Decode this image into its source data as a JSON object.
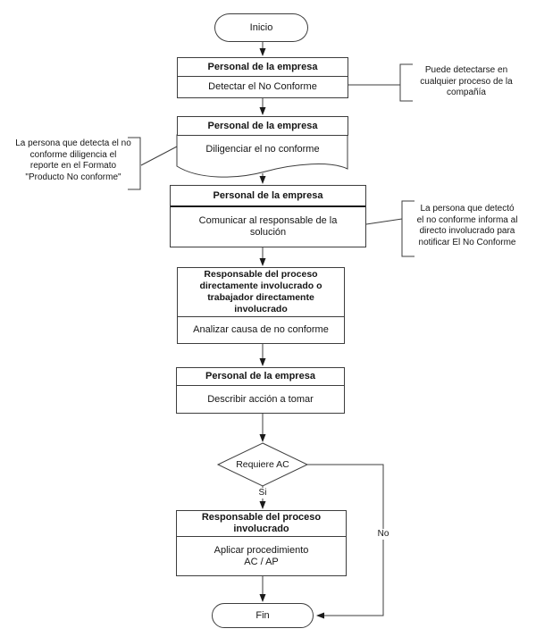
{
  "diagram": {
    "start_label": "Inicio",
    "end_label": "Fin",
    "steps": [
      {
        "actor": "Personal de la empresa",
        "action": "Detectar el No Conforme"
      },
      {
        "actor": "Personal de la empresa",
        "action": "Diligenciar el no conforme"
      },
      {
        "actor": "Personal de la empresa",
        "action_lines": [
          "Comunicar al responsable de la",
          "solución"
        ]
      },
      {
        "actor_lines": [
          "Responsable del proceso",
          "directamente involucrado o",
          "trabajador directamente",
          "involucrado"
        ],
        "action": "Analizar causa de no conforme"
      },
      {
        "actor": "Personal de la empresa",
        "action": "Describir acción a tomar"
      },
      {
        "actor_lines": [
          "Responsable del proceso",
          "involucrado"
        ],
        "action_lines": [
          "Aplicar procedimiento",
          "AC / AP"
        ]
      }
    ],
    "decision": {
      "label": "Requiere AC",
      "yes_label": "Si",
      "no_label": "No"
    },
    "notes": [
      {
        "lines": [
          "Puede detectarse en",
          "cualquier proceso de la",
          "compañía"
        ]
      },
      {
        "lines": [
          "La persona que detecta el no",
          "conforme diligencia el",
          "reporte en el Formato",
          "\"Producto No conforme\""
        ]
      },
      {
        "lines": [
          "La persona que detectó",
          "el no conforme informa al",
          "directo involucrado para",
          "notificar El No Conforme"
        ]
      }
    ],
    "colors": {
      "stroke": "#3d3d3d",
      "arrow": "#1a1a1a",
      "background": "#ffffff"
    }
  }
}
